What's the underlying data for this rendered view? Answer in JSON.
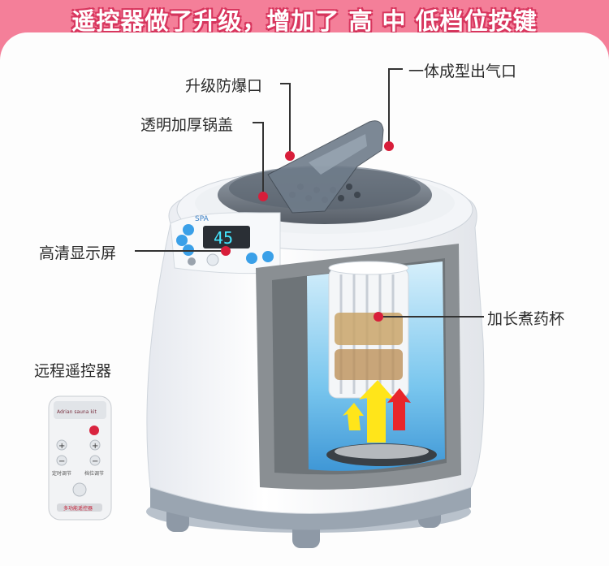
{
  "banner": {
    "text": "遥控器做了升级，增加了 高 中 低档位按键"
  },
  "callouts": {
    "explosion_vent": "升级防爆口",
    "transparent_lid": "透明加厚锅盖",
    "steam_outlet": "一体成型出气口",
    "display_screen": "高清显示屏",
    "decoction_cup": "加长煮药杯",
    "remote_control": "远程遥控器"
  },
  "device": {
    "display_reading": "45",
    "brand_mark": "SPA"
  },
  "remote": {
    "brand_text": "Adrian sauna kit",
    "plus_symbol": "+",
    "minus_symbol": "−",
    "label_left": "定时调节",
    "label_right": "档位调节",
    "bottom_label": "多功能遥控器"
  },
  "colors": {
    "frame_pink": "#f47f99",
    "marker_red": "#d81e3a",
    "arrow_yellow": "#ffe51a",
    "arrow_red": "#e8262b",
    "button_blue": "#3aa0e8"
  }
}
